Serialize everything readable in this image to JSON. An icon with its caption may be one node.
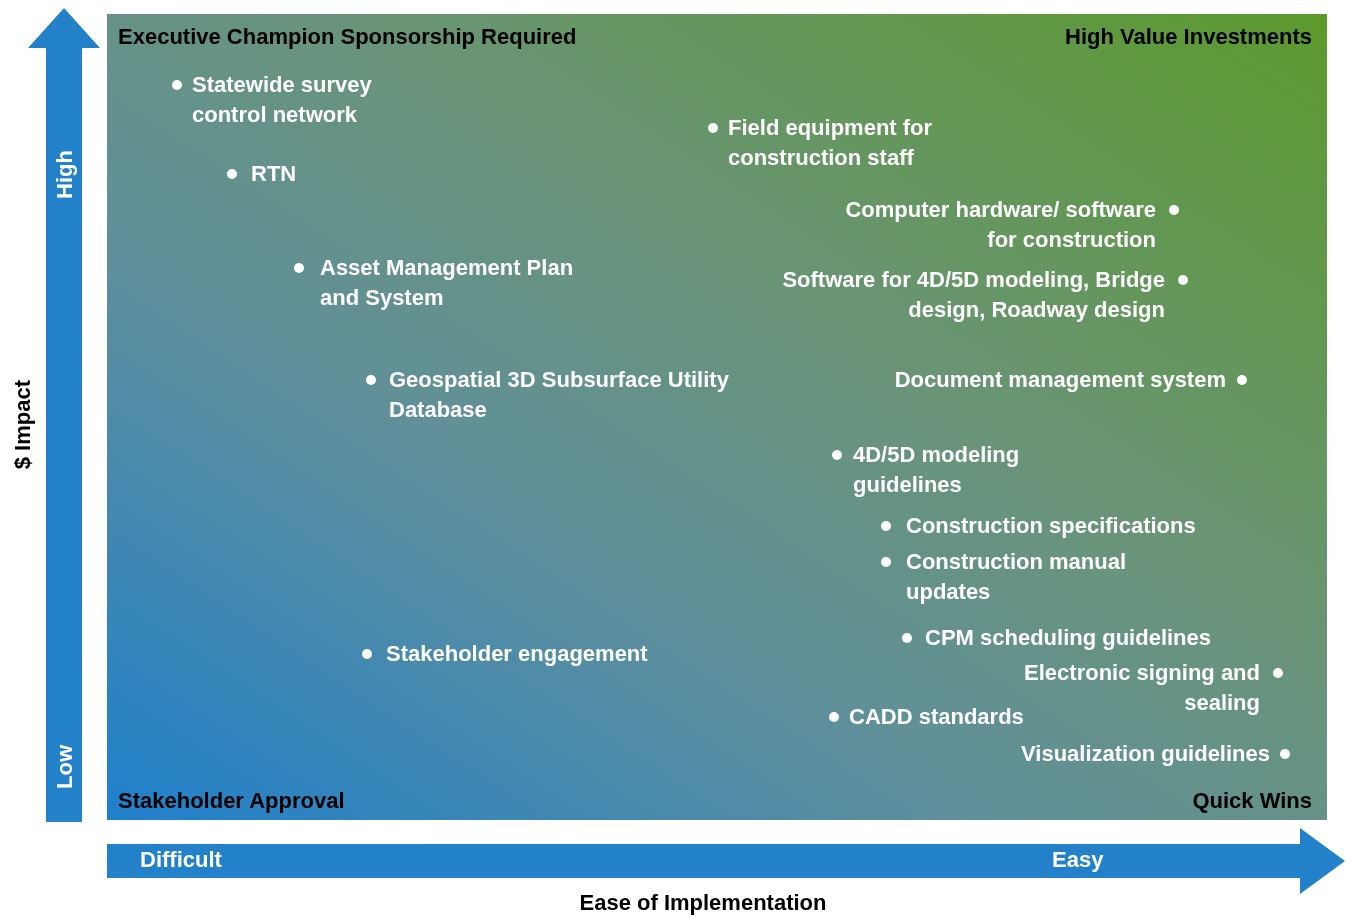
{
  "diagram": {
    "labels": [
      "Executive Champion Sponsorship Required",
      "High Value Investments",
      "$ Impact",
      "High",
      "Statewide survey control network",
      "RTN",
      "Field equipment for construction staff",
      "Computer hardware/ software for construction",
      "Asset Management Plan and System",
      "Software for 4D/5D modeling, Bridge design, Roadway design",
      "Geospatial 3D Subsurface Utility Database",
      "Document management system",
      "4D/5D modeling guidelines",
      "Construction specifications",
      "Construction manual updates",
      "Stakeholder engagement",
      "CPM scheduling guidelines",
      "Electronic signing and sealing",
      "CADD standards",
      "Visualization guidelines",
      "Low",
      "Stakeholder Approval",
      "Quick Wins",
      "Difficult",
      "Easy",
      "Ease of Implementation"
    ]
  }
}
